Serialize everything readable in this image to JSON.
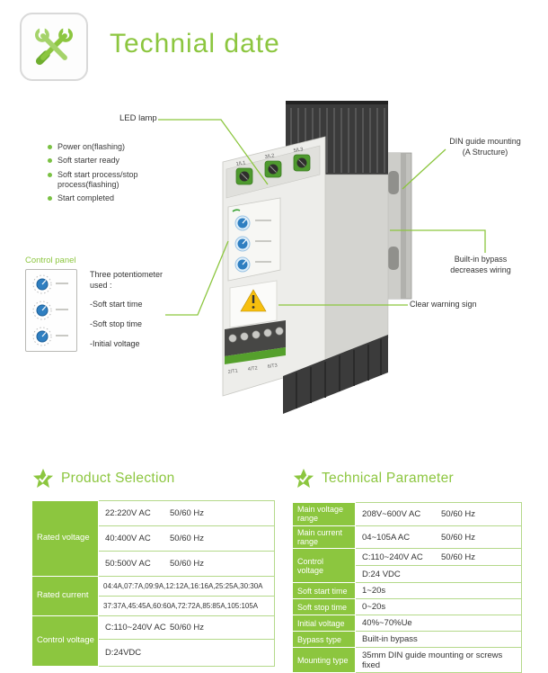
{
  "colors": {
    "accent": "#8cc63f"
  },
  "header": {
    "title": "Technial date"
  },
  "diagram": {
    "led_lamp_label": "LED lamp",
    "led_states": [
      "Power on(flashing)",
      "Soft starter ready",
      "Soft start process/stop process(flashing)",
      "Start completed"
    ],
    "din_mounting_line1": "DIN guide mounting",
    "din_mounting_line2": "(A Structure)",
    "control_panel_label": "Control panel",
    "potentiometer_intro": "Three potentiometer used :",
    "potentiometer_items": [
      "-Soft start time",
      "-Soft stop time",
      "-Initial voltage"
    ],
    "bypass_line1": "Built-in bypass",
    "bypass_line2": "decreases wiring",
    "warning_label": "Clear warning sign"
  },
  "device": {
    "top_terminal_labels": [
      "1/L1",
      "3/L2",
      "5/L3"
    ],
    "bottom_terminal_labels": [
      "2/T1",
      "4/T2",
      "6/T3"
    ]
  },
  "product_selection": {
    "title": "Product Selection",
    "groups": [
      {
        "label": "Rated voltage",
        "rows": [
          {
            "value": "22:220V AC",
            "freq": "50/60 Hz"
          },
          {
            "value": "40:400V AC",
            "freq": "50/60 Hz"
          },
          {
            "value": "50:500V AC",
            "freq": "50/60 Hz"
          }
        ]
      },
      {
        "label": "Rated current",
        "rows": [
          {
            "value": "04:4A,07:7A,09:9A,12:12A,16:16A,25:25A,30:30A",
            "freq": ""
          },
          {
            "value": "37:37A,45:45A,60:60A,72:72A,85:85A,105:105A",
            "freq": ""
          }
        ]
      },
      {
        "label": "Control voltage",
        "rows": [
          {
            "value": "C:110~240V AC",
            "freq": "50/60 Hz"
          },
          {
            "value": "D:24VDC",
            "freq": ""
          }
        ]
      }
    ]
  },
  "technical_parameter": {
    "title": "Technical Parameter",
    "groups": [
      {
        "label": "Main voltage range",
        "rows": [
          {
            "value": "208V~600V AC",
            "freq": "50/60 Hz"
          }
        ]
      },
      {
        "label": "Main current range",
        "rows": [
          {
            "value": "04~105A AC",
            "freq": "50/60 Hz"
          }
        ]
      },
      {
        "label": "Control voltage",
        "rows": [
          {
            "value": "C:110~240V AC",
            "freq": "50/60 Hz"
          },
          {
            "value": "D:24 VDC",
            "freq": ""
          }
        ]
      },
      {
        "label": "Soft start time",
        "rows": [
          {
            "value": "1~20s",
            "freq": ""
          }
        ]
      },
      {
        "label": "Soft stop time",
        "rows": [
          {
            "value": "0~20s",
            "freq": ""
          }
        ]
      },
      {
        "label": "Initial voltage",
        "rows": [
          {
            "value": "40%~70%Ue",
            "freq": ""
          }
        ]
      },
      {
        "label": "Bypass type",
        "rows": [
          {
            "value": "Built-in bypass",
            "freq": ""
          }
        ]
      },
      {
        "label": "Mounting type",
        "rows": [
          {
            "value": "35mm DIN guide mounting or screws fixed",
            "freq": ""
          }
        ]
      }
    ]
  }
}
